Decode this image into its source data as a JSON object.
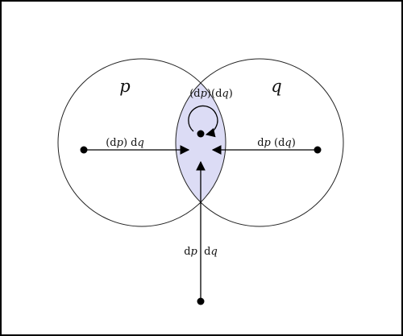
{
  "colors": {
    "frame": "#000000",
    "circle_stroke": "#222222",
    "intersection_fill": "#dcdcf5",
    "arrow": "#000000",
    "dot": "#000000"
  },
  "labels": {
    "set_p": "p",
    "set_q": "q",
    "center_loop": {
      "open1": "(d",
      "var1": "p",
      "mid": ")(d",
      "var2": "q",
      "close": ")"
    },
    "left_arrow": {
      "open": "(d",
      "var1": "p",
      "mid": ") d",
      "var2": "q"
    },
    "right_arrow": {
      "d1": "d",
      "var1": "p",
      "mid": " (d",
      "var2": "q",
      "close": ")"
    },
    "bottom_arrow": {
      "d1": "d",
      "var1": "p",
      "gap": "  d",
      "var2": "q"
    }
  }
}
